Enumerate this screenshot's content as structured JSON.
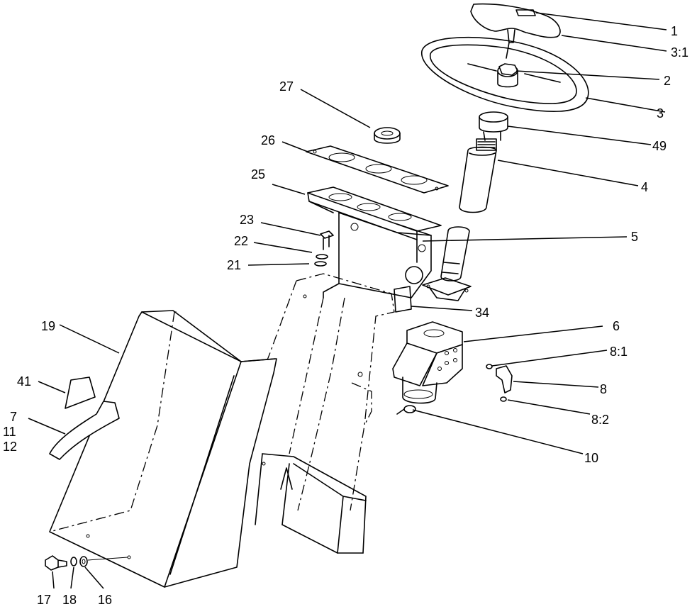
{
  "callouts": [
    {
      "id": "c1",
      "label": "1"
    },
    {
      "id": "c3-1",
      "label": "3:1"
    },
    {
      "id": "c2",
      "label": "2"
    },
    {
      "id": "c3",
      "label": "3"
    },
    {
      "id": "c49",
      "label": "49"
    },
    {
      "id": "c4",
      "label": "4"
    },
    {
      "id": "c27",
      "label": "27"
    },
    {
      "id": "c26",
      "label": "26"
    },
    {
      "id": "c25",
      "label": "25"
    },
    {
      "id": "c23",
      "label": "23"
    },
    {
      "id": "c5",
      "label": "5"
    },
    {
      "id": "c22",
      "label": "22"
    },
    {
      "id": "c21",
      "label": "21"
    },
    {
      "id": "c34",
      "label": "34"
    },
    {
      "id": "c6",
      "label": "6"
    },
    {
      "id": "c19",
      "label": "19"
    },
    {
      "id": "c8-1",
      "label": "8:1"
    },
    {
      "id": "c41",
      "label": "41"
    },
    {
      "id": "c8",
      "label": "8"
    },
    {
      "id": "c8-2",
      "label": "8:2"
    },
    {
      "id": "c7",
      "label": "7"
    },
    {
      "id": "c11",
      "label": "11"
    },
    {
      "id": "c12",
      "label": "12"
    },
    {
      "id": "c10",
      "label": "10"
    },
    {
      "id": "c17",
      "label": "17"
    },
    {
      "id": "c18",
      "label": "18"
    },
    {
      "id": "c16",
      "label": "16"
    }
  ]
}
